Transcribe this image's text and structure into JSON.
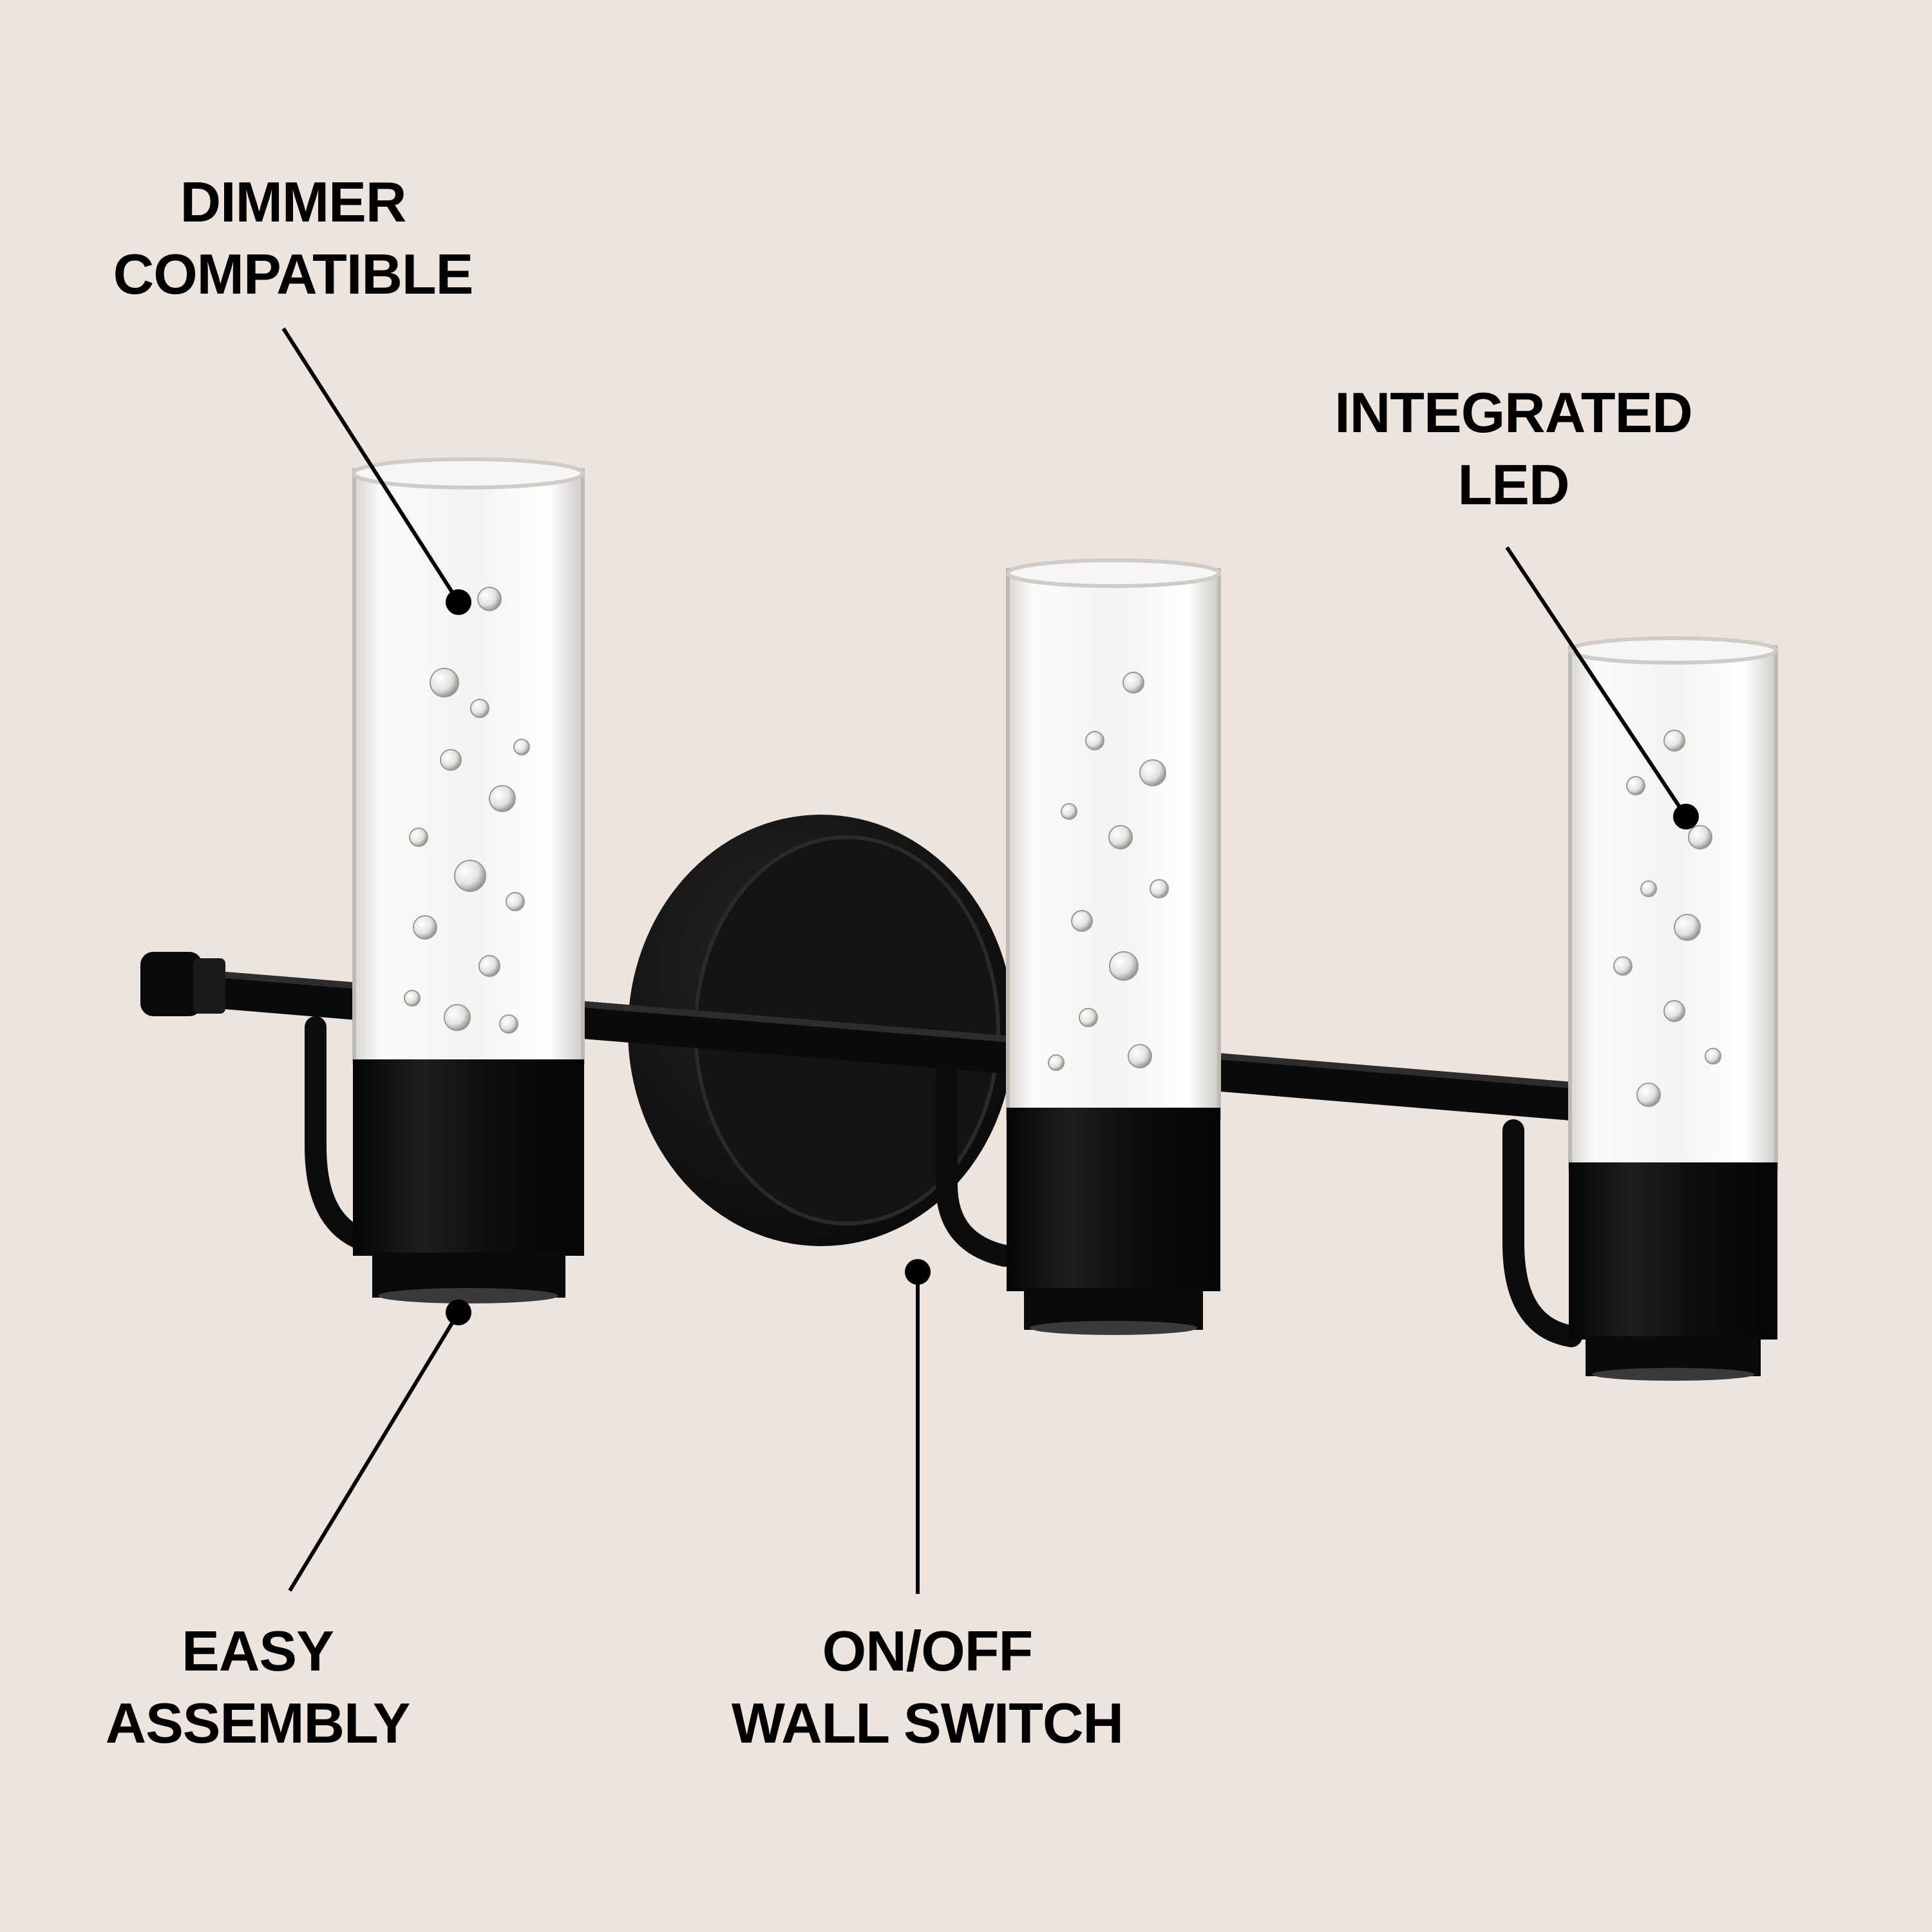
{
  "callouts": {
    "dimmer": {
      "line1": "DIMMER",
      "line2": "COMPATIBLE"
    },
    "led": {
      "line1": "INTEGRATED",
      "line2": "LED"
    },
    "easy": {
      "line1": "EASY",
      "line2": "ASSEMBLY"
    },
    "switch": {
      "line1": "ON/OFF",
      "line2": "WALL SWITCH"
    }
  },
  "colors": {
    "background": "#ede4de",
    "fixture_metal": "#121212",
    "glass": "#f4f4f2",
    "text": "#000000"
  },
  "icons": [
    "light-fixture-illustration"
  ]
}
